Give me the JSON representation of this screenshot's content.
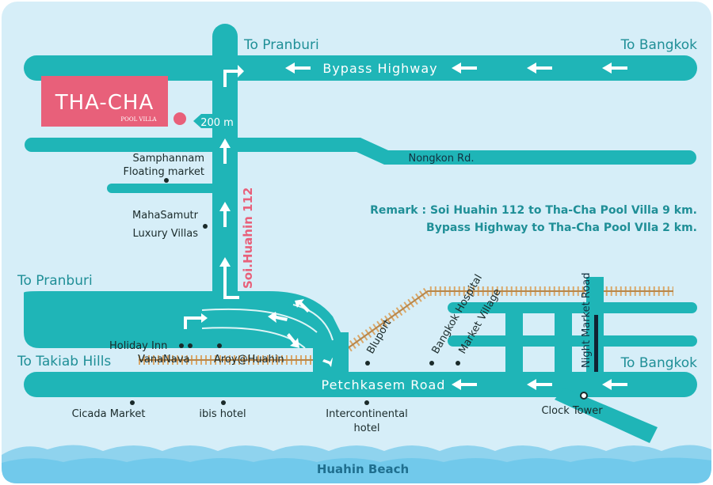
{
  "colors": {
    "background": "#d6eef8",
    "road": "#1fb5b7",
    "road_label": "#ffffff",
    "destination_text": "#1f8f97",
    "remark_text": "#1f8f97",
    "logo_bg": "#e8607a",
    "rail_tie": "#d9a86a",
    "sea_wave": "#8fd3ee",
    "sea": "#5ec3ea",
    "marker": "#1a2a2a"
  },
  "logo": {
    "name": "THA-CHA",
    "tagline": "POOL VILLA"
  },
  "distance_badge": "200 m",
  "roads": {
    "bypass": "Bypass Highway",
    "nongkon": "Nongkon Rd.",
    "soi": "Soi.Huahin 112",
    "petchkasem": "Petchkasem Road",
    "night_market": "Night Market Road"
  },
  "directions": {
    "to_pranburi_top": "To Pranburi",
    "to_bangkok_top": "To Bangkok",
    "to_pranburi_mid": "To Pranburi",
    "to_takiab": "To Takiab Hills",
    "to_bangkok_bottom": "To Bangkok"
  },
  "remark": {
    "line1": "Remark : Soi Huahin 112 to Tha-Cha Pool Villa 9 km.",
    "line2": "Bypass Highway to Tha-Cha Pool VIla 2 km."
  },
  "landmarks": {
    "samphannam_1": "Samphannam",
    "samphannam_2": "Floating market",
    "mahasamutr_1": "MahaSamutr",
    "mahasamutr_2": "Luxury Villas",
    "holiday_inn": "Holiday Inn",
    "vananava": "VanaNava",
    "aroy": "Aroy@Huahin",
    "bluport": "Bluport",
    "bangkok_hospital": "Bangkok Hospital",
    "market_village": "Market Village",
    "cicada": "Cicada Market",
    "ibis": "ibis hotel",
    "intercontinental_1": "Intercontinental",
    "intercontinental_2": "hotel",
    "clock_tower": "Clock Tower"
  },
  "beach": "Huahin Beach"
}
